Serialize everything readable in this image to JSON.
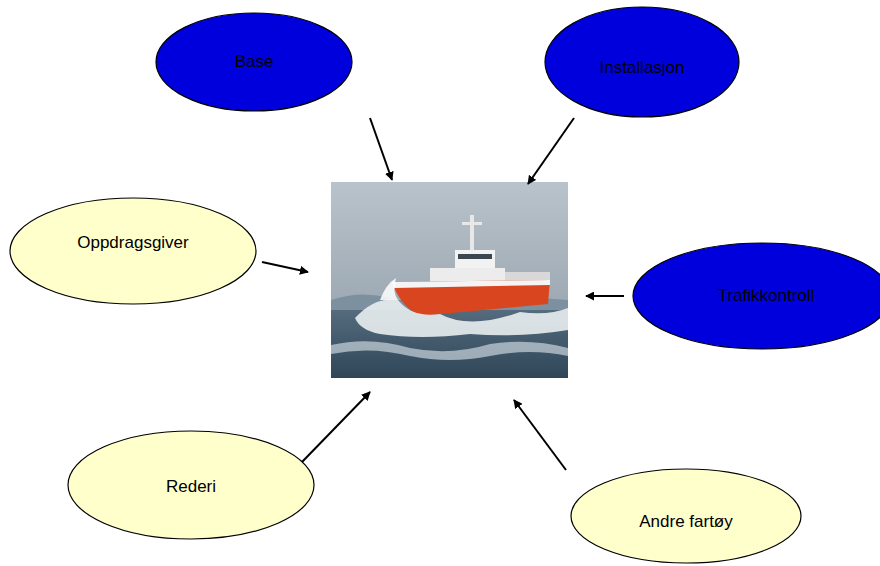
{
  "diagram": {
    "nodes": [
      {
        "text": [
          "Base"
        ]
      },
      {
        "text": [
          "Installasjon"
        ]
      },
      {
        "text": [
          "Oppdragsgiver"
        ]
      },
      {
        "text": [
          "Trafikkontroll"
        ]
      },
      {
        "text": [
          "Rederi"
        ]
      },
      {
        "text": [
          "Andre fartøy"
        ]
      }
    ]
  }
}
